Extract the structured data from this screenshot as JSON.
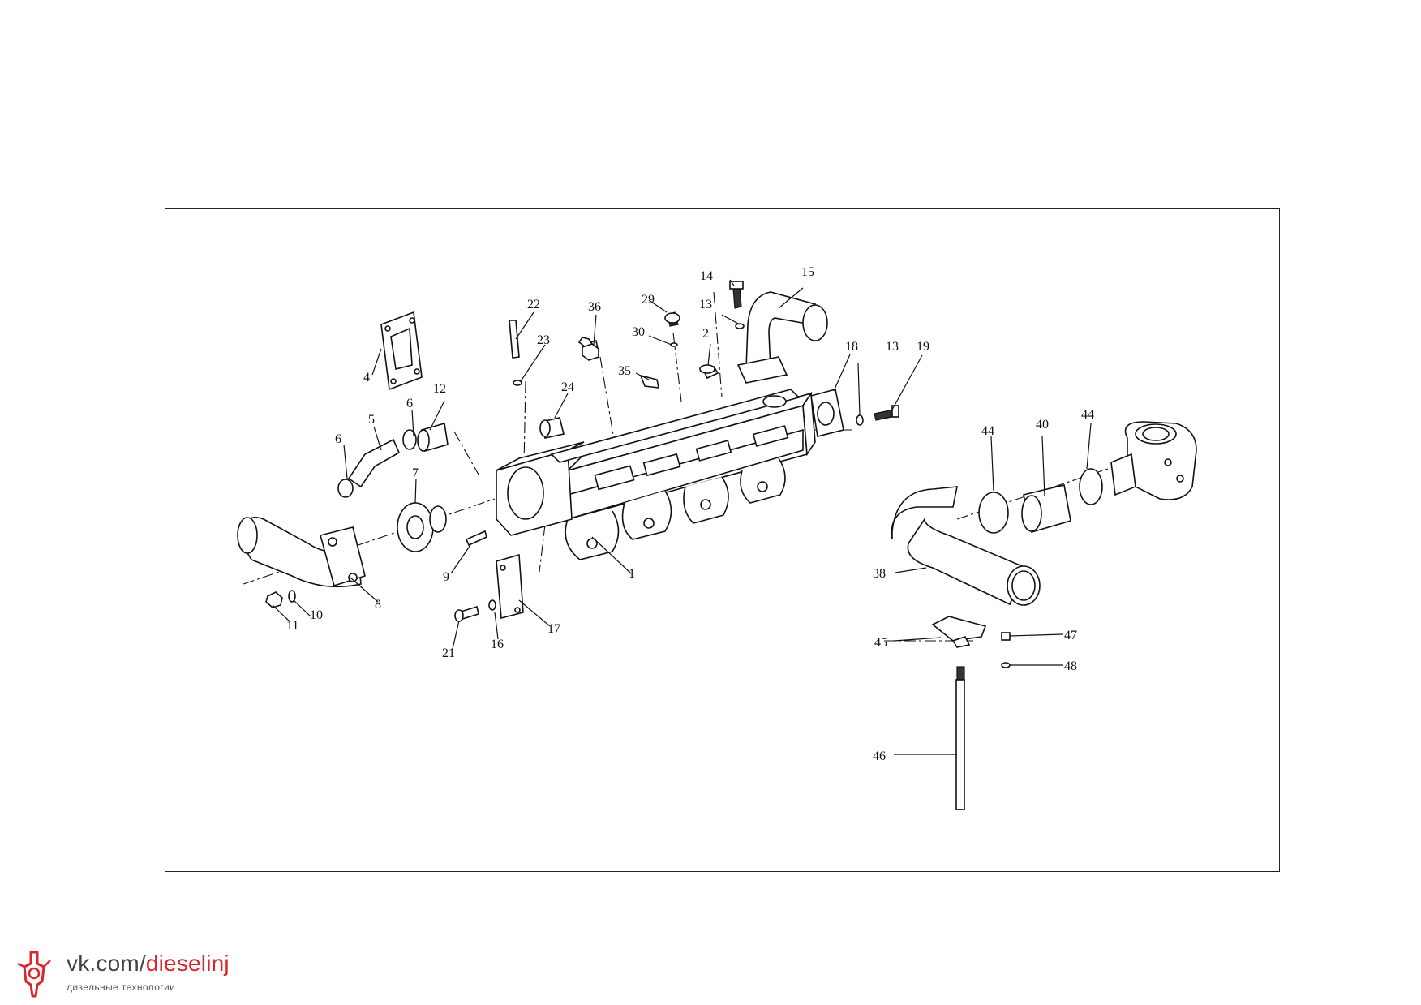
{
  "diagram": {
    "frame": true,
    "callouts": [
      "1",
      "2",
      "4",
      "5",
      "6",
      "6",
      "7",
      "8",
      "9",
      "10",
      "11",
      "12",
      "13",
      "13",
      "14",
      "15",
      "16",
      "17",
      "18",
      "19",
      "21",
      "22",
      "23",
      "24",
      "29",
      "30",
      "35",
      "36",
      "38",
      "40",
      "44",
      "44",
      "45",
      "46",
      "47",
      "48"
    ]
  },
  "brand": {
    "site": "vk.com/",
    "handle": "dieselinj",
    "tagline": "дизельные технологии",
    "accent_color": "#d9262c",
    "icon": "injector-logo-icon"
  }
}
